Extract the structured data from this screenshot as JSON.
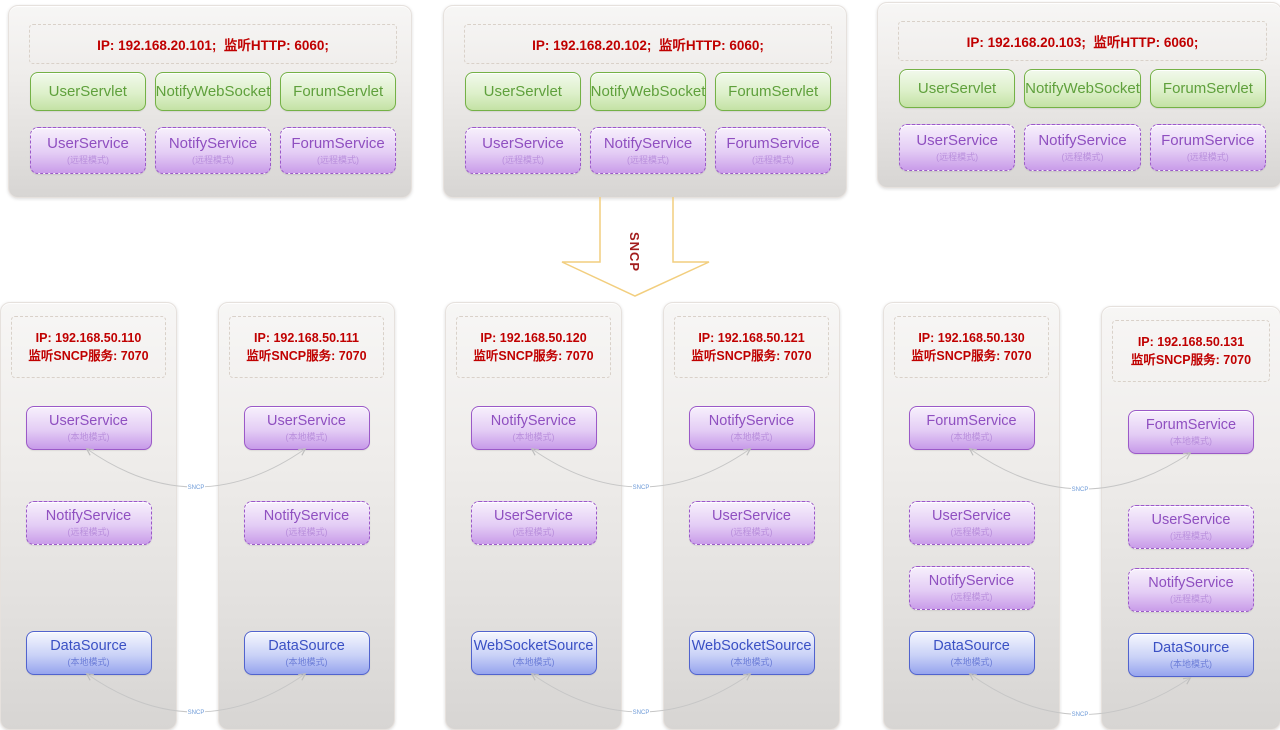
{
  "arrow": {
    "label": "SNCP"
  },
  "connector": {
    "label": "SNCP"
  },
  "top_machines": [
    {
      "ip_line": "IP: 192.168.20.101;  监听HTTP: 6060;",
      "servlets": [
        "UserServlet",
        "NotifyWebSocket",
        "ForumServlet"
      ],
      "services": [
        {
          "label": "UserService",
          "mode": "(远程模式)"
        },
        {
          "label": "NotifyService",
          "mode": "(远程模式)"
        },
        {
          "label": "ForumService",
          "mode": "(远程模式)"
        }
      ]
    },
    {
      "ip_line": "IP: 192.168.20.102;  监听HTTP: 6060;",
      "servlets": [
        "UserServlet",
        "NotifyWebSocket",
        "ForumServlet"
      ],
      "services": [
        {
          "label": "UserService",
          "mode": "(远程模式)"
        },
        {
          "label": "NotifyService",
          "mode": "(远程模式)"
        },
        {
          "label": "ForumService",
          "mode": "(远程模式)"
        }
      ]
    },
    {
      "ip_line": "IP: 192.168.20.103;  监听HTTP: 6060;",
      "servlets": [
        "UserServlet",
        "NotifyWebSocket",
        "ForumServlet"
      ],
      "services": [
        {
          "label": "UserService",
          "mode": "(远程模式)"
        },
        {
          "label": "NotifyService",
          "mode": "(远程模式)"
        },
        {
          "label": "ForumService",
          "mode": "(远程模式)"
        }
      ]
    }
  ],
  "bottom_machines": [
    {
      "ip_line1": "IP: 192.168.50.110",
      "ip_line2": "监听SNCP服务: 7070",
      "services": [
        {
          "label": "UserService",
          "mode": "(本地模式)"
        },
        {
          "label": "NotifyService",
          "mode": "(远程模式)"
        },
        {
          "label": "DataSource",
          "mode": "(本地模式)"
        }
      ]
    },
    {
      "ip_line1": "IP: 192.168.50.111",
      "ip_line2": "监听SNCP服务: 7070",
      "services": [
        {
          "label": "UserService",
          "mode": "(本地模式)"
        },
        {
          "label": "NotifyService",
          "mode": "(远程模式)"
        },
        {
          "label": "DataSource",
          "mode": "(本地模式)"
        }
      ]
    },
    {
      "ip_line1": "IP: 192.168.50.120",
      "ip_line2": "监听SNCP服务: 7070",
      "services": [
        {
          "label": "NotifyService",
          "mode": "(本地模式)"
        },
        {
          "label": "UserService",
          "mode": "(远程模式)"
        },
        {
          "label": "WebSocketSource",
          "mode": "(本地模式)"
        }
      ]
    },
    {
      "ip_line1": "IP: 192.168.50.121",
      "ip_line2": "监听SNCP服务: 7070",
      "services": [
        {
          "label": "NotifyService",
          "mode": "(本地模式)"
        },
        {
          "label": "UserService",
          "mode": "(远程模式)"
        },
        {
          "label": "WebSocketSource",
          "mode": "(本地模式)"
        }
      ]
    },
    {
      "ip_line1": "IP: 192.168.50.130",
      "ip_line2": "监听SNCP服务: 7070",
      "services": [
        {
          "label": "ForumService",
          "mode": "(本地模式)"
        },
        {
          "label": "UserService",
          "mode": "(远程模式)"
        },
        {
          "label": "NotifyService",
          "mode": "(远程模式)"
        },
        {
          "label": "DataSource",
          "mode": "(本地模式)"
        }
      ]
    },
    {
      "ip_line1": "IP: 192.168.50.131",
      "ip_line2": "监听SNCP服务: 7070",
      "services": [
        {
          "label": "ForumService",
          "mode": "(本地模式)"
        },
        {
          "label": "UserService",
          "mode": "(远程模式)"
        },
        {
          "label": "NotifyService",
          "mode": "(远程模式)"
        },
        {
          "label": "DataSource",
          "mode": "(本地模式)"
        }
      ]
    }
  ],
  "colors": {
    "ip_text": "#c00000",
    "green_border": "#74b146",
    "green_text": "#5fa03c",
    "purple_border": "#9b59c8",
    "purple_text": "#8f4fc0",
    "blue_border": "#5163ce",
    "blue_text": "#3a50c4",
    "arrow_stroke": "#f2ce7e",
    "arrow_label_text": "#a21c1c",
    "connector_line": "#c6c6c6",
    "connector_label_text": "#6e9bd8"
  }
}
